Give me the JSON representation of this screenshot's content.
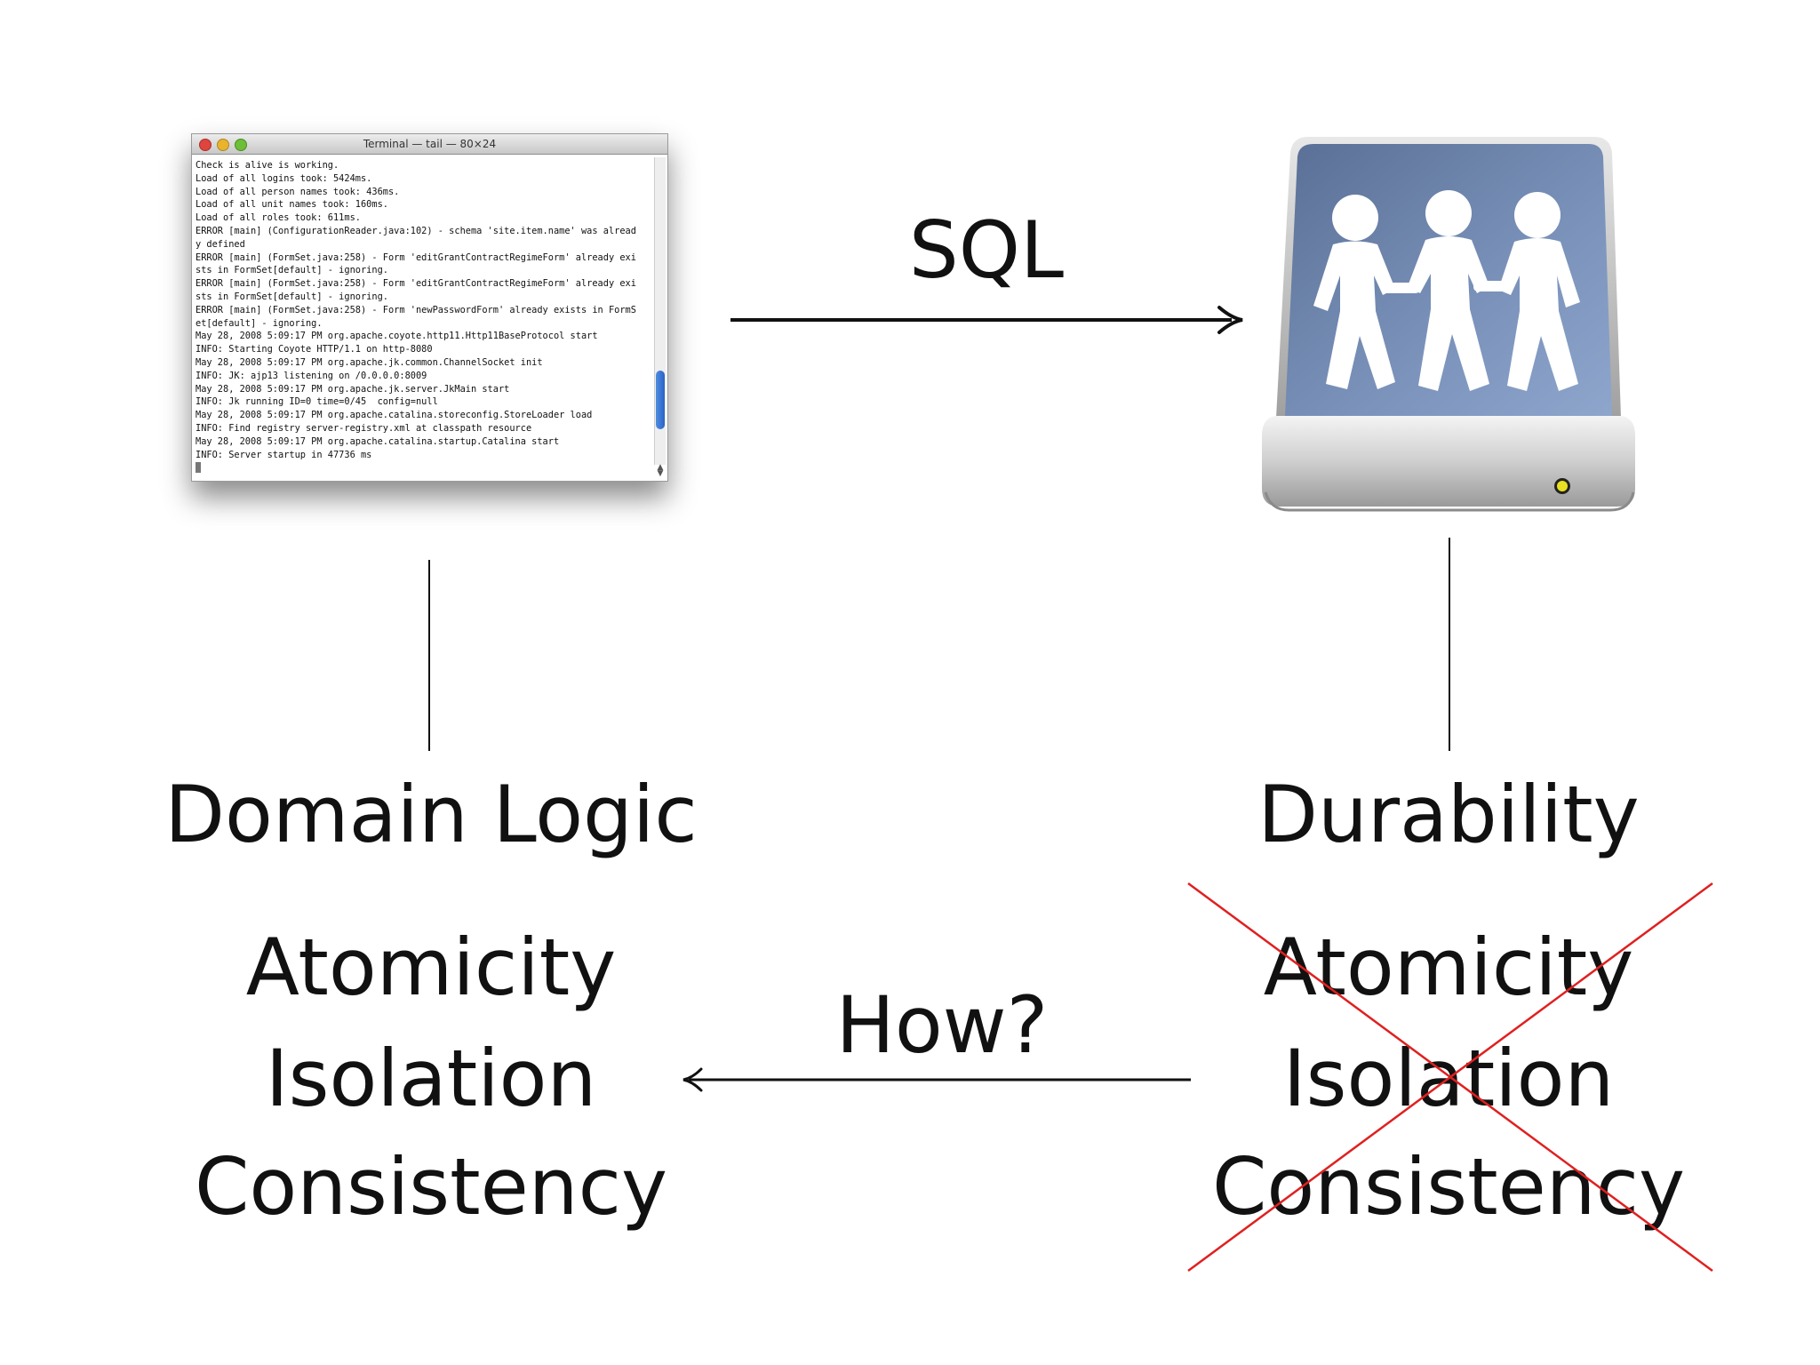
{
  "terminal": {
    "title": "Terminal — tail — 80×24",
    "lines": [
      "Check is alive is working.",
      "Load of all logins took: 5424ms.",
      "Load of all person names took: 436ms.",
      "Load of all unit names took: 160ms.",
      "Load of all roles took: 611ms.",
      "ERROR [main] (ConfigurationReader.java:102) - schema 'site.item.name' was alread",
      "y defined",
      "ERROR [main] (FormSet.java:258) - Form 'editGrantContractRegimeForm' already exi",
      "sts in FormSet[default] - ignoring.",
      "ERROR [main] (FormSet.java:258) - Form 'editGrantContractRegimeForm' already exi",
      "sts in FormSet[default] - ignoring.",
      "ERROR [main] (FormSet.java:258) - Form 'newPasswordForm' already exists in FormS",
      "et[default] - ignoring.",
      "May 28, 2008 5:09:17 PM org.apache.coyote.http11.Http11BaseProtocol start",
      "INFO: Starting Coyote HTTP/1.1 on http-8080",
      "May 28, 2008 5:09:17 PM org.apache.jk.common.ChannelSocket init",
      "INFO: JK: ajp13 listening on /0.0.0.0:8009",
      "May 28, 2008 5:09:17 PM org.apache.jk.server.JkMain start",
      "INFO: Jk running ID=0 time=0/45  config=null",
      "May 28, 2008 5:09:17 PM org.apache.catalina.storeconfig.StoreLoader load",
      "INFO: Find registry server-registry.xml at classpath resource",
      "May 28, 2008 5:09:17 PM org.apache.catalina.startup.Catalina start",
      "INFO: Server startup in 47736 ms"
    ]
  },
  "diagram": {
    "sql_label": "SQL",
    "how_label": "How?",
    "left": {
      "heading": "Domain Logic",
      "items": [
        "Atomicity",
        "Isolation",
        "Consistency"
      ]
    },
    "right": {
      "heading": "Durability",
      "items": [
        "Atomicity",
        "Isolation",
        "Consistency"
      ]
    }
  },
  "icons": {
    "server": "file-server-people-icon",
    "cross": "red-x-cross-icon"
  },
  "colors": {
    "cross": "#e02020",
    "server_face": "#6f86ad",
    "server_led": "#e8e020"
  }
}
